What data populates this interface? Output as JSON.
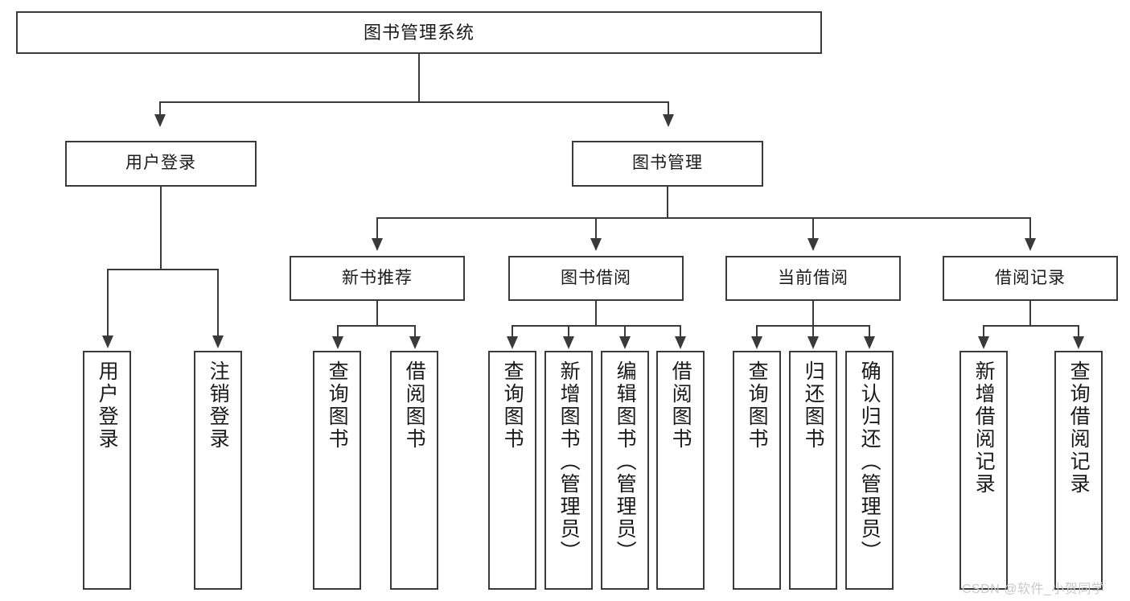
{
  "diagram": {
    "type": "tree-hierarchy",
    "title": "图书管理系统",
    "root": {
      "label": "图书管理系统"
    },
    "level1": [
      {
        "label": "用户登录"
      },
      {
        "label": "图书管理"
      }
    ],
    "level2": [
      {
        "label": "新书推荐"
      },
      {
        "label": "图书借阅"
      },
      {
        "label": "当前借阅"
      },
      {
        "label": "借阅记录"
      }
    ],
    "leaves": {
      "user_login": [
        {
          "label": "用户登录"
        },
        {
          "label": "注销登录"
        }
      ],
      "new_book_recommend": [
        {
          "label": "查询图书"
        },
        {
          "label": "借阅图书"
        }
      ],
      "book_borrow": [
        {
          "label": "查询图书"
        },
        {
          "label": "新增图书（管理员）"
        },
        {
          "label": "编辑图书（管理员）"
        },
        {
          "label": "借阅图书"
        }
      ],
      "current_borrow": [
        {
          "label": "查询图书"
        },
        {
          "label": "归还图书"
        },
        {
          "label": "确认归还（管理员）"
        }
      ],
      "borrow_record": [
        {
          "label": "新增借阅记录"
        },
        {
          "label": "查询借阅记录"
        }
      ]
    },
    "watermark": "CSDN @软件_小贺同学",
    "colors": {
      "border": "#3a3a3a",
      "background": "#ffffff",
      "text": "#1a1a1a",
      "watermark": "#c9c9c9"
    }
  }
}
